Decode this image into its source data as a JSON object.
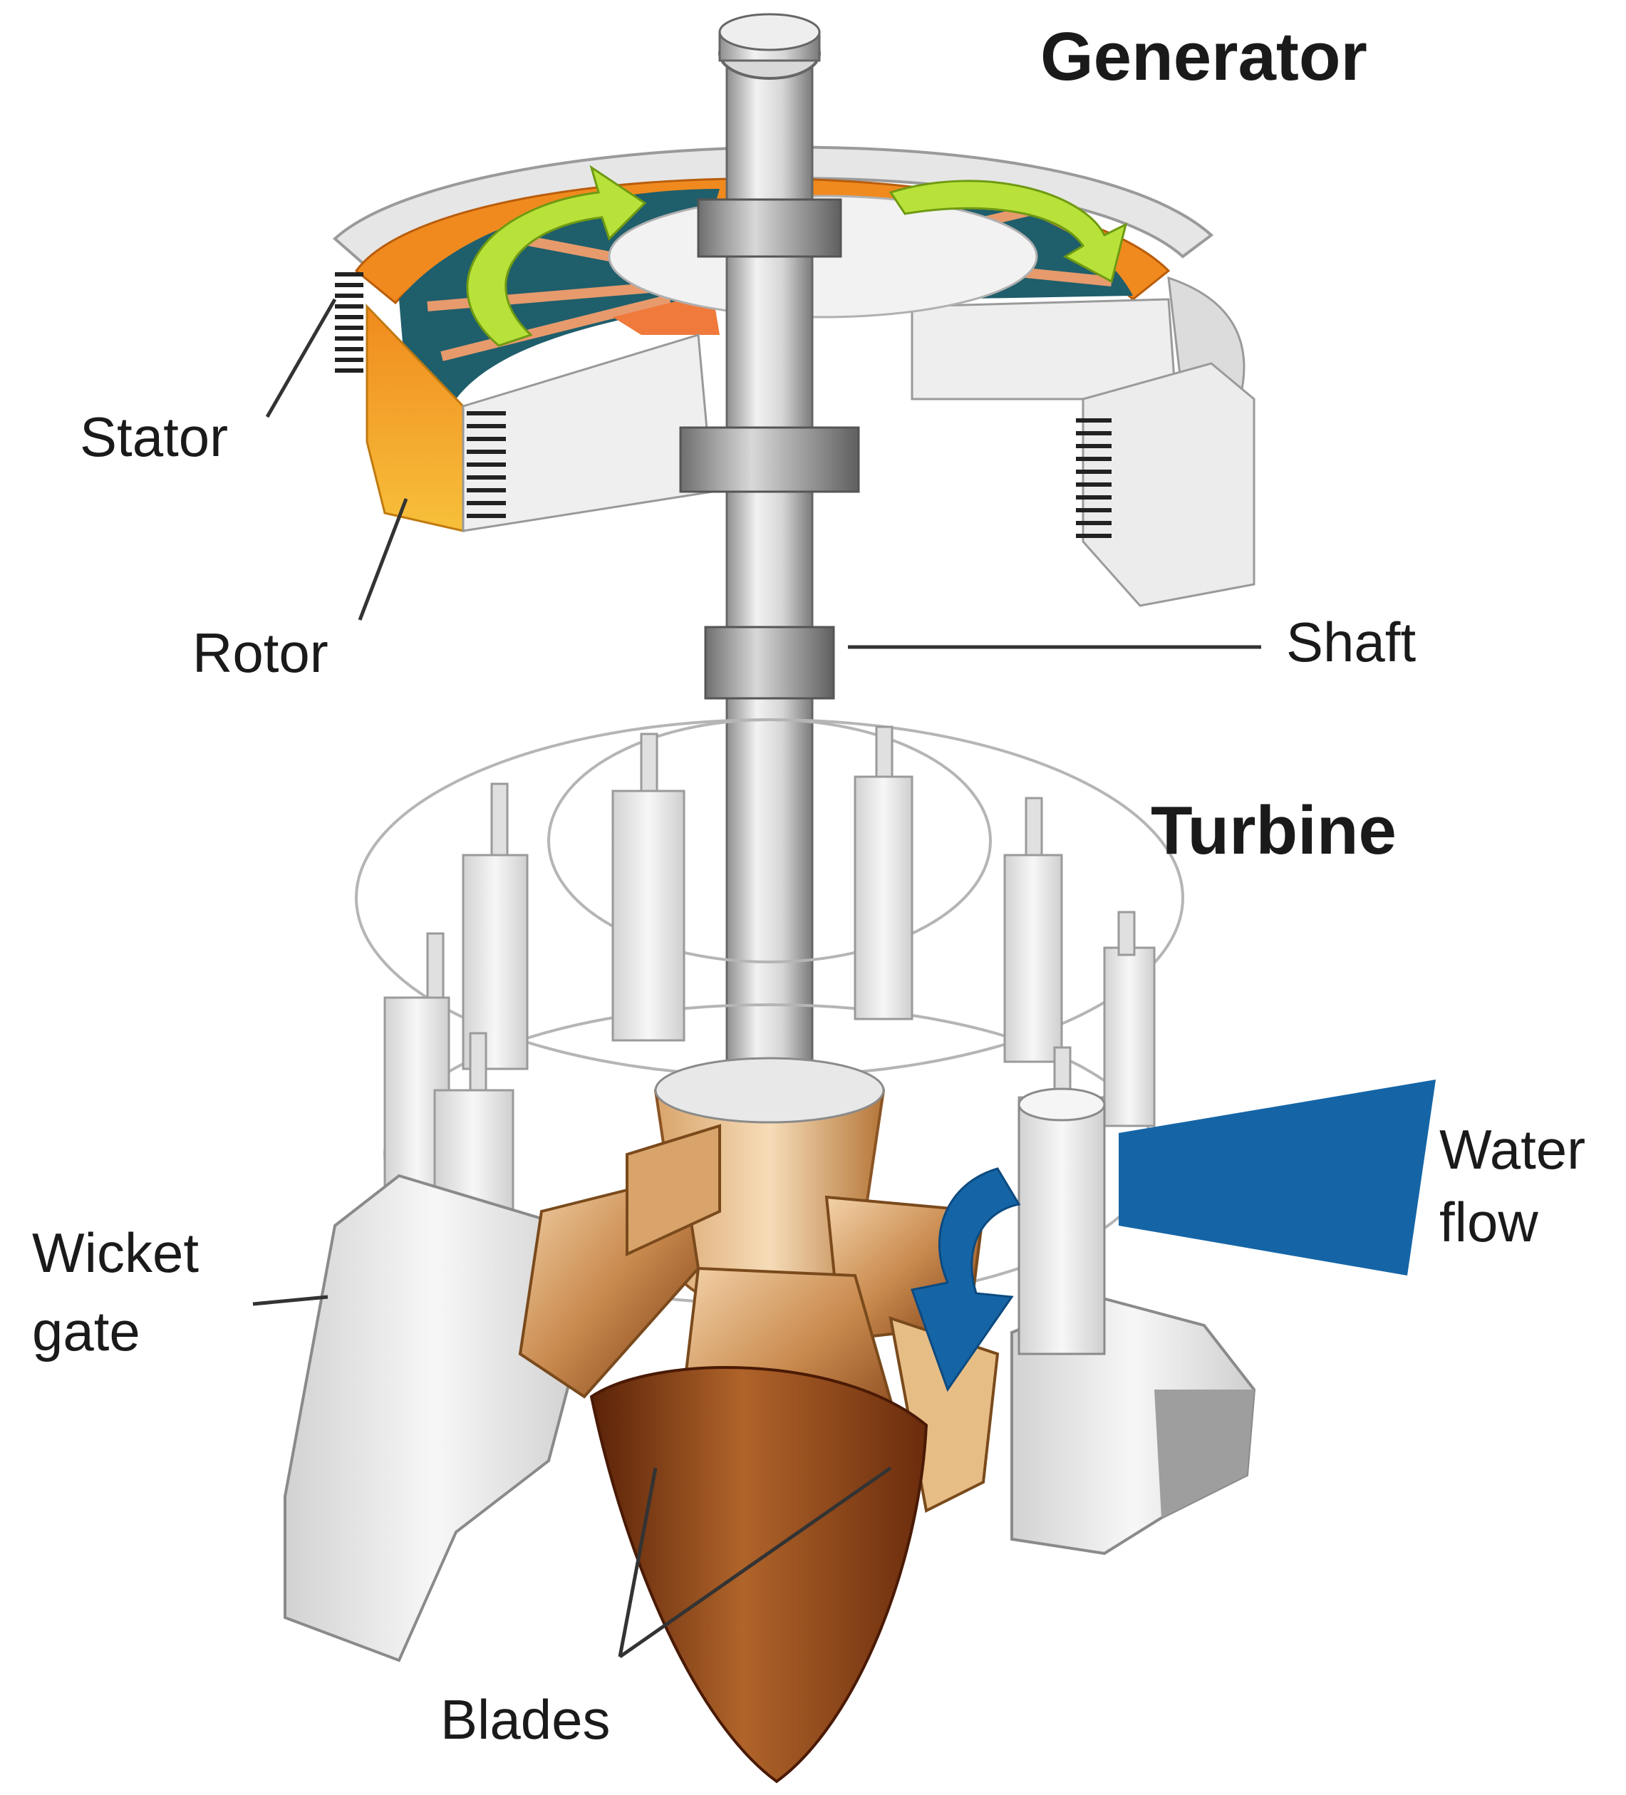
{
  "headings": {
    "generator": "Generator",
    "turbine": "Turbine"
  },
  "labels": {
    "stator": "Stator",
    "rotor": "Rotor",
    "shaft": "Shaft",
    "water_flow_line1": "Water",
    "water_flow_line2": "flow",
    "wicket_gate_line1": "Wicket",
    "wicket_gate_line2": "gate",
    "blades": "Blades"
  },
  "colors": {
    "background": "#ffffff",
    "rotor_teal": "#1f5e6b",
    "rotor_orange": "#f08a1e",
    "rotor_yellow": "#f4b82a",
    "rotation_arrow": "#b8e23a",
    "shaft_metal": "#c8c8c8",
    "gate_white": "#eeeeee",
    "blade_bronze": "#c98a4e",
    "blade_dark": "#7a3a12",
    "water_blue": "#1565a6"
  },
  "icons": {
    "rotation": "curved-arrow-icon",
    "water": "water-flow-arrow-icon"
  }
}
